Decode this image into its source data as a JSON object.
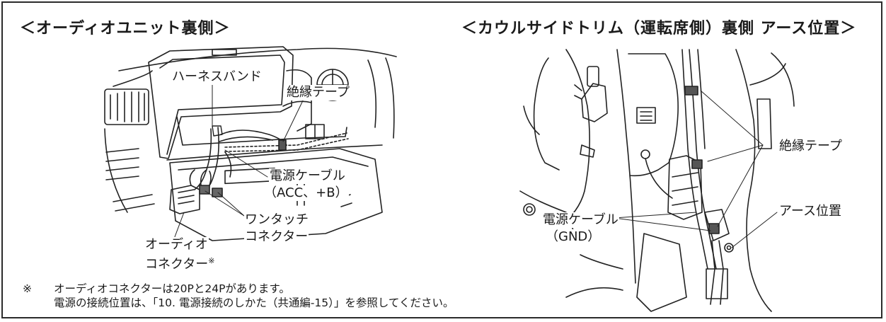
{
  "left_panel": {
    "title": "＜オーディオユニット裏側＞",
    "labels": {
      "harness_band": "ハーネスバンド",
      "insulation_tape": "絶縁テープ",
      "power_cable": "電源ケーブル",
      "power_cable_sub": "（ACC、+B）",
      "one_touch_1": "ワンタッチ",
      "one_touch_2": "コネクター",
      "audio_connector_1": "オーディオ",
      "audio_connector_2": "コネクター",
      "asterisk": "※"
    }
  },
  "right_panel": {
    "title": "＜カウルサイドトリム（運転席側）裏側 アース位置＞",
    "labels": {
      "insulation_tape": "絶縁テープ",
      "ground_position": "アース位置",
      "power_cable": "電源ケーブル",
      "power_cable_sub": "（GND）"
    }
  },
  "footnote": {
    "mark": "※",
    "line1": "オーディオコネクターは20Pと24Pがあります。",
    "line2": "電源の接続位置は、「10. 電源接続のしかた（共通編-15）」を参照してください。"
  }
}
